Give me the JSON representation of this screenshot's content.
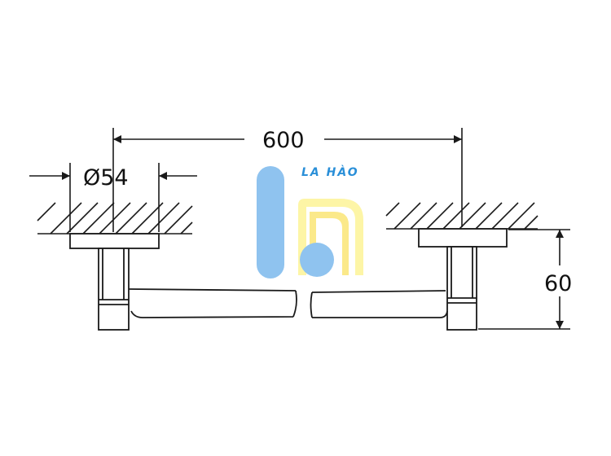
{
  "drawing": {
    "width_dimension": "600",
    "diameter_dimension": "Ø54",
    "height_dimension": "60"
  },
  "watermark": {
    "text": "LA HÀO",
    "colors": {
      "blue": "#8fc3ef",
      "yellow": "#fdf5a6",
      "text": "#2a8fd8"
    }
  },
  "line_color": "#1a1a1a"
}
